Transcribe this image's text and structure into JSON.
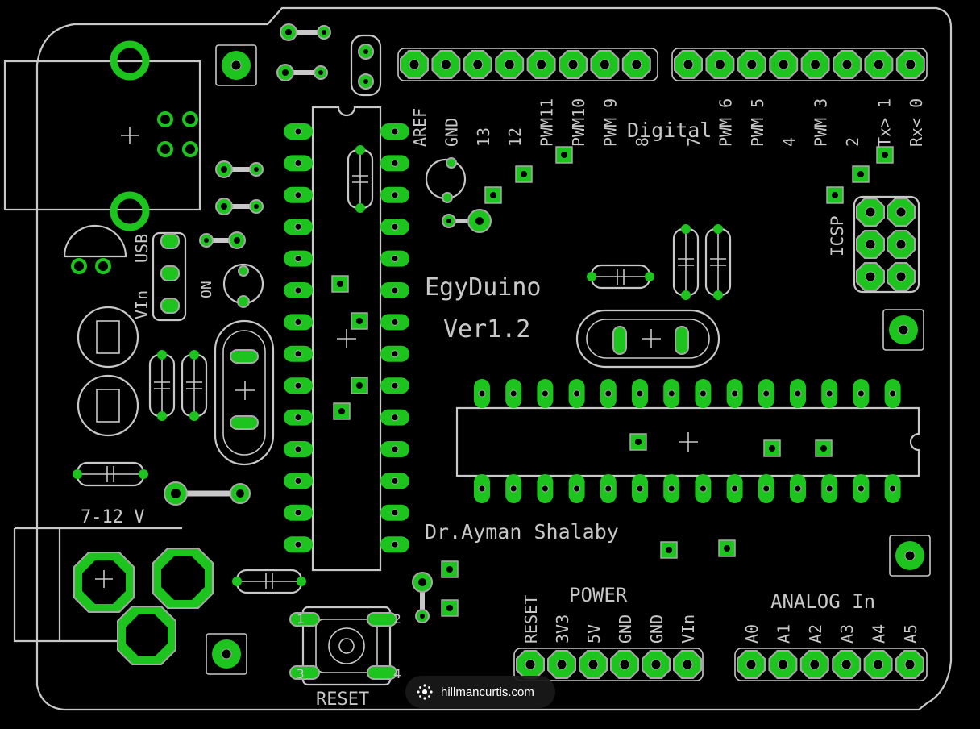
{
  "board": {
    "digital_pin_labels": [
      "AREF",
      "GND",
      "13",
      "12",
      "PWM11",
      "PWM10",
      "PWM 9",
      "8",
      "7",
      "PWM 6",
      "PWM 5",
      "4",
      "PWM 3",
      "2",
      "Tx> 1",
      "Rx< 0"
    ],
    "power_pin_labels": [
      "RESET",
      "3V3",
      "5V",
      "GND",
      "GND",
      "VIn"
    ],
    "analog_pin_labels": [
      "A0",
      "A1",
      "A2",
      "A3",
      "A4",
      "A5"
    ],
    "headings": {
      "digital": "Digital",
      "power": "POWER",
      "analog": "ANALOG In",
      "icsp": "ICSP",
      "usb": "USB",
      "vin": "VIn",
      "on": "ON",
      "voltage": "7-12 V",
      "reset": "RESET"
    },
    "title": "EgyDuino",
    "version": "Ver1.2",
    "author": "Dr.Ayman Shalaby",
    "button_pin_numbers": [
      "1",
      "2",
      "3",
      "4"
    ]
  },
  "watermark": {
    "text": "hillmancurtis.com",
    "icon": "globe-icon"
  },
  "colors": {
    "background": "#000000",
    "copper_pad": "#1ec41e",
    "silkscreen": "#c8c8c8",
    "pad_outline": "#a8a8a8"
  }
}
